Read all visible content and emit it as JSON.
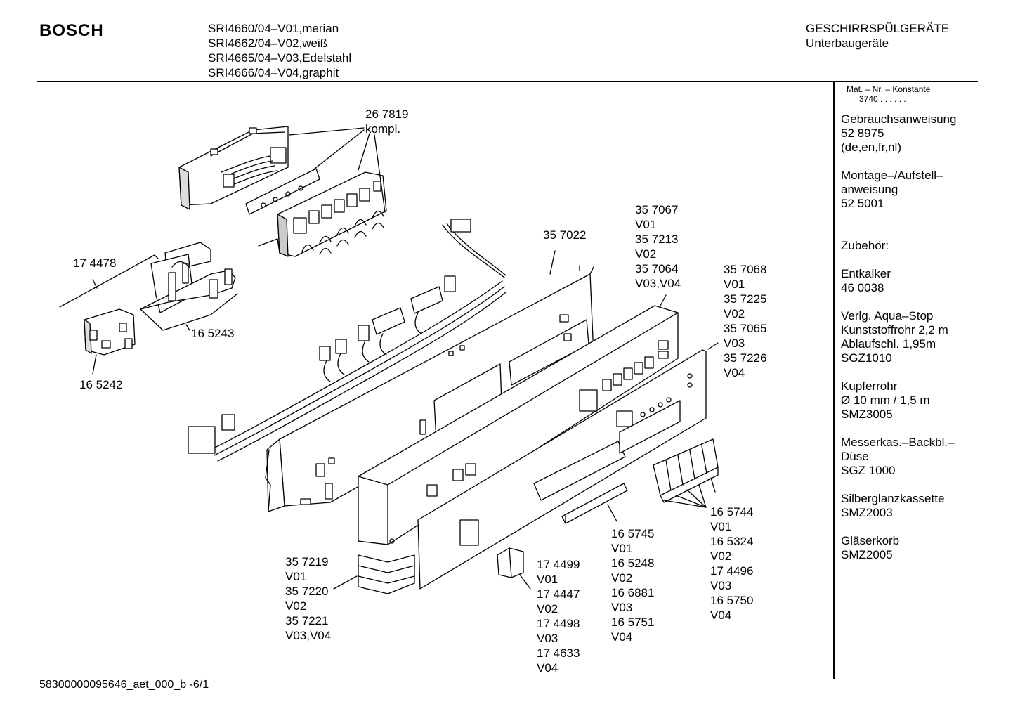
{
  "header": {
    "brand": "BOSCH",
    "models": [
      "SRI4660/04–V01,merian",
      "SRI4662/04–V02,weiß",
      "SRI4665/04–V03,Edelstahl",
      "SRI4666/04–V04,graphit"
    ],
    "category": "GESCHIRRSPÜLGERÄTE",
    "subcategory": "Unterbaugeräte"
  },
  "sidebar": {
    "mat_label": "Mat. – Nr. – Konstante",
    "mat_value": "3740",
    "mat_dots": ". .   . . . .",
    "blocks": [
      {
        "lines": [
          "Gebrauchsanweisung",
          "52 8975",
          "(de,en,fr,nl)"
        ]
      },
      {
        "lines": [
          "Montage–/Aufstell–",
          "anweisung",
          "52 5001"
        ]
      },
      {
        "lines": [
          "Zubehör:"
        ]
      },
      {
        "lines": [
          "Entkalker",
          "46 0038"
        ]
      },
      {
        "lines": [
          "Verlg. Aqua–Stop",
          "Kunststoffrohr 2,2 m",
          "Ablaufschl. 1,95m",
          "SGZ1010"
        ]
      },
      {
        "lines": [
          "Kupferrohr",
          "Ø 10 mm / 1,5 m",
          "SMZ3005"
        ]
      },
      {
        "lines": [
          "Messerkas.–Backbl.–",
          "Düse",
          "SGZ 1000"
        ]
      },
      {
        "lines": [
          "Silberglanzkassette",
          "SMZ2003"
        ]
      },
      {
        "lines": [
          "Gläserkorb",
          "SMZ2005"
        ]
      }
    ]
  },
  "callouts": {
    "c267819": [
      "26 7819",
      "kompl."
    ],
    "c174478": [
      "17 4478"
    ],
    "c165243": [
      "16 5243"
    ],
    "c165242": [
      "16 5242"
    ],
    "c357022": [
      "35 7022"
    ],
    "c357067": [
      "35 7067",
      "V01",
      "35 7213",
      "V02",
      "35 7064",
      "V03,V04"
    ],
    "c357068": [
      "35 7068",
      "V01",
      "35 7225",
      "V02",
      "35 7065",
      "V03",
      "35 7226",
      "V04"
    ],
    "c357219": [
      "35 7219",
      "V01",
      "35 7220",
      "V02",
      "35 7221",
      "V03,V04"
    ],
    "c174499": [
      "17 4499",
      "V01",
      "17 4447",
      "V02",
      "17 4498",
      "V03",
      "17 4633",
      "V04"
    ],
    "c165745": [
      "16 5745",
      "V01",
      "16 5248",
      "V02",
      "16 6881",
      "V03",
      "16 5751",
      "V04"
    ],
    "c165744": [
      "16 5744",
      "V01",
      "16 5324",
      "V02",
      "17 4496",
      "V03",
      "16 5750",
      "V04"
    ]
  },
  "footer": {
    "code": "58300000095646_aet_000_b  -6/1"
  }
}
